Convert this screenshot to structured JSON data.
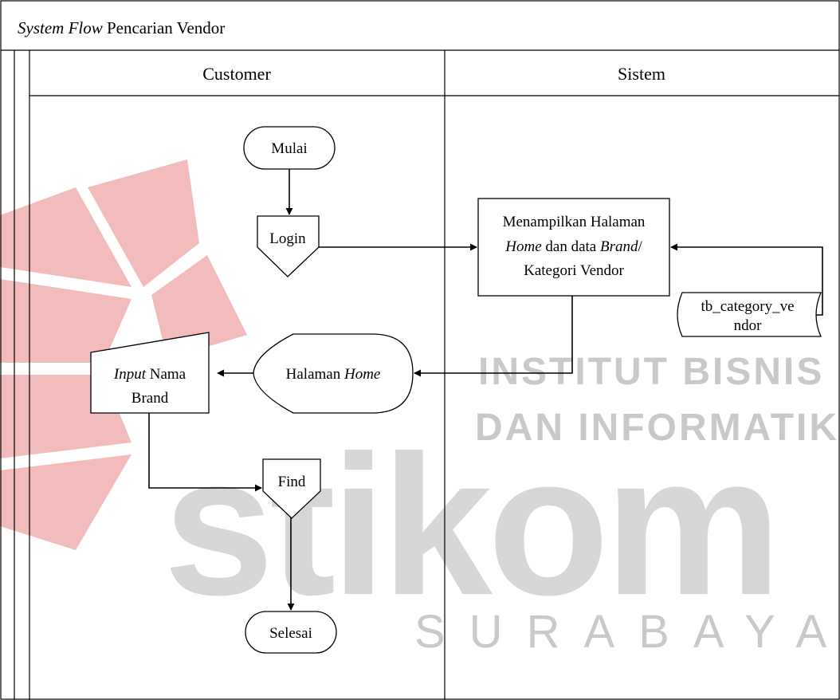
{
  "title": {
    "italic": "System Flow",
    "rest": " Pencarian Vendor"
  },
  "lanes": [
    "Customer",
    "Sistem"
  ],
  "nodes": {
    "mulai": "Mulai",
    "login": "Login",
    "process": {
      "line1": "Menampilkan Halaman",
      "line2_italic1": "Home",
      "line2_mid": " dan data ",
      "line2_italic2": "Brand",
      "line2_end": "/",
      "line3": "Kategori Vendor"
    },
    "database": {
      "line1": "tb_category_ve",
      "line2": "ndor"
    },
    "display": {
      "text": "Halaman ",
      "italic": "Home"
    },
    "input": {
      "italic": "Input",
      "rest": " Nama",
      "line2": "Brand"
    },
    "find": "Find",
    "selesai": "Selesai"
  },
  "watermark": {
    "line1": "INSTITUT BISNIS",
    "line2": "DAN INFORMATIKA",
    "logo": "stikom",
    "city": "SURABAYA"
  }
}
